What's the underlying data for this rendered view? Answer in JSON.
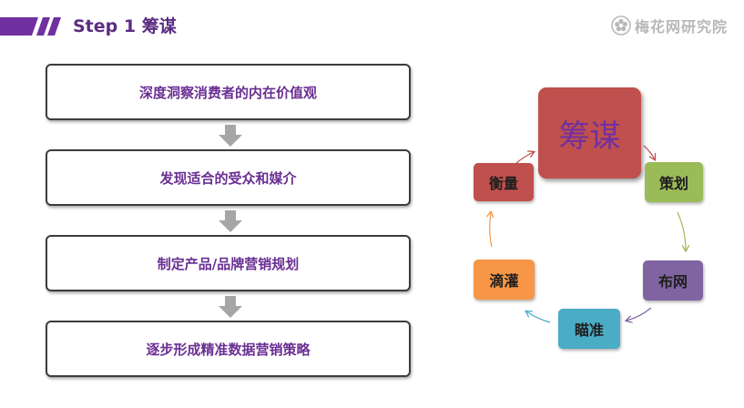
{
  "header": {
    "title": "Step 1  筹谋"
  },
  "logo": {
    "text": "梅花网研究院",
    "icon": "plum-blossom-icon"
  },
  "steps": [
    "深度洞察消费者的内在价值观",
    "发现适合的受众和媒介",
    "制定产品/品牌营销规划",
    "逐步形成精准数据营销策略"
  ],
  "cycle": {
    "center": "筹谋",
    "nodes": {
      "cehua": "策划",
      "buwang": "布网",
      "miaozhun": "瞄准",
      "diguan": "滴灌",
      "hengliang": "衡量"
    }
  },
  "colors": {
    "brand_purple": "#6a2f92",
    "stripe_purple": "#7030a0",
    "main_red": "#c0504d",
    "green": "#9bbb59",
    "purple": "#8064a2",
    "teal": "#4bacc6",
    "orange": "#f79646"
  }
}
